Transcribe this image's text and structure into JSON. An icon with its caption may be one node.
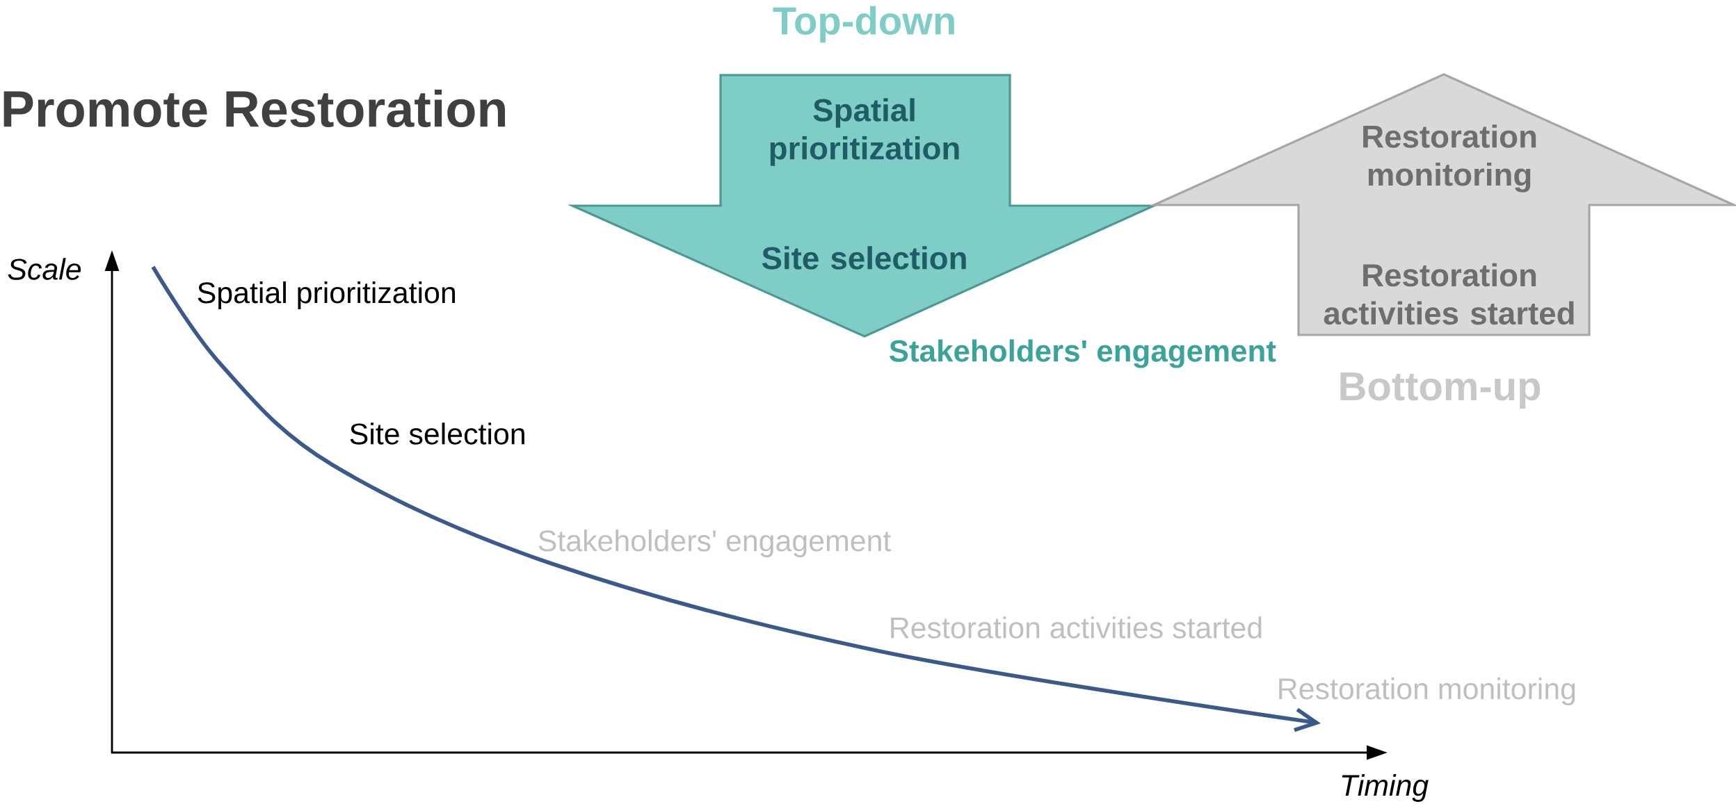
{
  "diagram": {
    "title": "Promote Restoration",
    "nodes": [
      {
        "text": [
          "Spatial prioritization",
          "Site selection"
        ],
        "beside": [
          "Top-down",
          "Stakeholders' engagement"
        ]
      },
      {
        "text": [
          "Restoration monitoring",
          "Restoration activities started"
        ],
        "beside": [
          "Bottom-up"
        ]
      }
    ],
    "labels": [
      "Scale",
      "Spatial prioritization",
      "Site selection",
      "Stakeholders' engagement",
      "Restoration activities started",
      "Restoration monitoring",
      "Timing"
    ]
  }
}
